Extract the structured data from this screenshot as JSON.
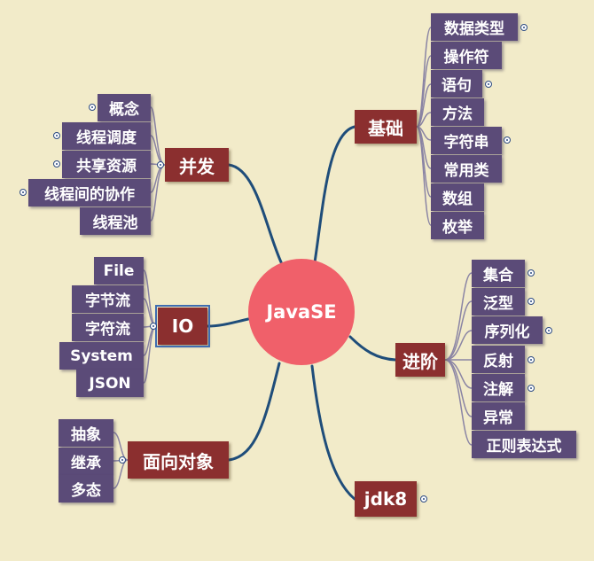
{
  "center": {
    "label": "JavaSE"
  },
  "colors": {
    "background": "#f2ebc9",
    "main_node": "#8b2f2f",
    "leaf_node": "#5b4b78",
    "center_node": "#f0606a",
    "trunk_line": "#1f4d7a",
    "branch_line": "#8a84a4"
  },
  "branches": {
    "jichu": {
      "label": "基础",
      "children": [
        "数据类型",
        "操作符",
        "语句",
        "方法",
        "字符串",
        "常用类",
        "数组",
        "枚举"
      ]
    },
    "bingfa": {
      "label": "并发",
      "children": [
        "概念",
        "线程调度",
        "共享资源",
        "线程间的协作",
        "线程池"
      ]
    },
    "io": {
      "label": "IO",
      "children": [
        "File",
        "字节流",
        "字符流",
        "System",
        "JSON"
      ]
    },
    "jinjie": {
      "label": "进阶",
      "children": [
        "集合",
        "泛型",
        "序列化",
        "反射",
        "注解",
        "异常",
        "正则表达式"
      ]
    },
    "mianxiang": {
      "label": "面向对象",
      "children": [
        "抽象",
        "继承",
        "多态"
      ]
    },
    "jdk8": {
      "label": "jdk8",
      "children": []
    }
  }
}
